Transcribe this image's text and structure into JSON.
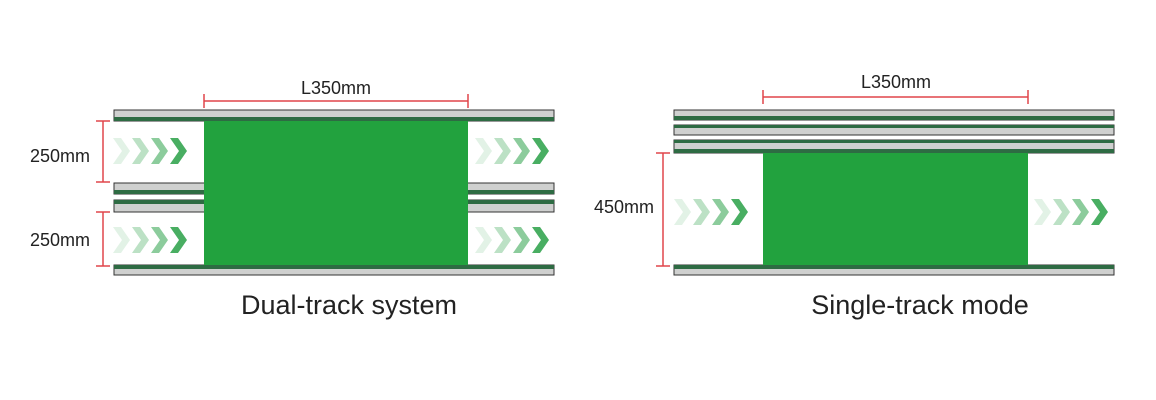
{
  "colors": {
    "block_green": "#22a23e",
    "rail_grey": "#cfd0cf",
    "rail_dark": "#2e6b43",
    "dimension_red": "#e0454a",
    "arrow_green": "#3faa5a",
    "text": "#222222"
  },
  "dual_track": {
    "length_label": "L350mm",
    "lane_labels": [
      "250mm",
      "250mm"
    ],
    "caption": "Dual-track system"
  },
  "single_track": {
    "length_label": "L350mm",
    "width_label": "450mm",
    "caption": "Single-track mode"
  },
  "arrow_icon": "chevron-arrows-icon"
}
